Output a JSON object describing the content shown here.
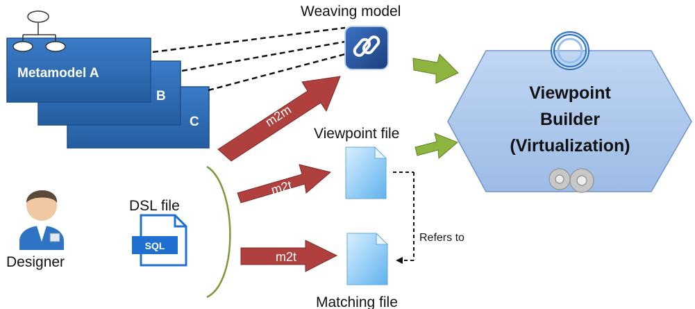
{
  "labels": {
    "weaving_model": "Weaving model",
    "metamodel_a": "Metamodel A",
    "metamodel_b_suffix": "B",
    "metamodel_c_suffix": "C",
    "viewpoint_builder_line1": "Viewpoint",
    "viewpoint_builder_line2": "Builder",
    "viewpoint_builder_line3": "(Virtualization)",
    "viewpoint_file": "Viewpoint file",
    "dsl_file": "DSL file",
    "designer": "Designer",
    "matching_file": "Matching file",
    "refers_to": "Refers to",
    "m2m": "m2m",
    "m2t_upper": "m2t",
    "m2t_lower": "m2t",
    "sql_badge": "SQL"
  },
  "colors": {
    "metamodel_fill": "#2f6db5",
    "metamodel_stroke": "#1f4f8a",
    "arrow_red": "#b0403d",
    "arrow_green": "#8db43e",
    "builder_fill": "#a8c4ea",
    "builder_stroke": "#6f93c9",
    "file_blue": "#7cc4f4"
  },
  "icons": [
    "class-hierarchy-icon",
    "chain-link-icon",
    "ring-icon",
    "gears-icon",
    "designer-person-icon",
    "sql-file-icon",
    "document-icon"
  ]
}
